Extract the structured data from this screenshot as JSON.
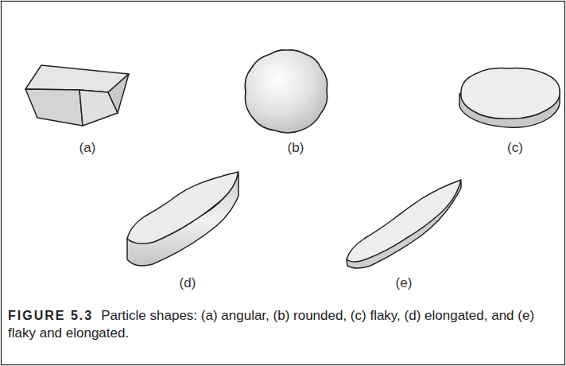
{
  "diagram": {
    "caption": "Particle shapes: (a) angular, (b) rounded, (c) flaky, (d) elongated, and (e) flaky and elongated.",
    "labels": [
      "(a)",
      "(b)",
      "(c)",
      "(d)",
      "(e)",
      "FIGURE 5.3"
    ]
  }
}
